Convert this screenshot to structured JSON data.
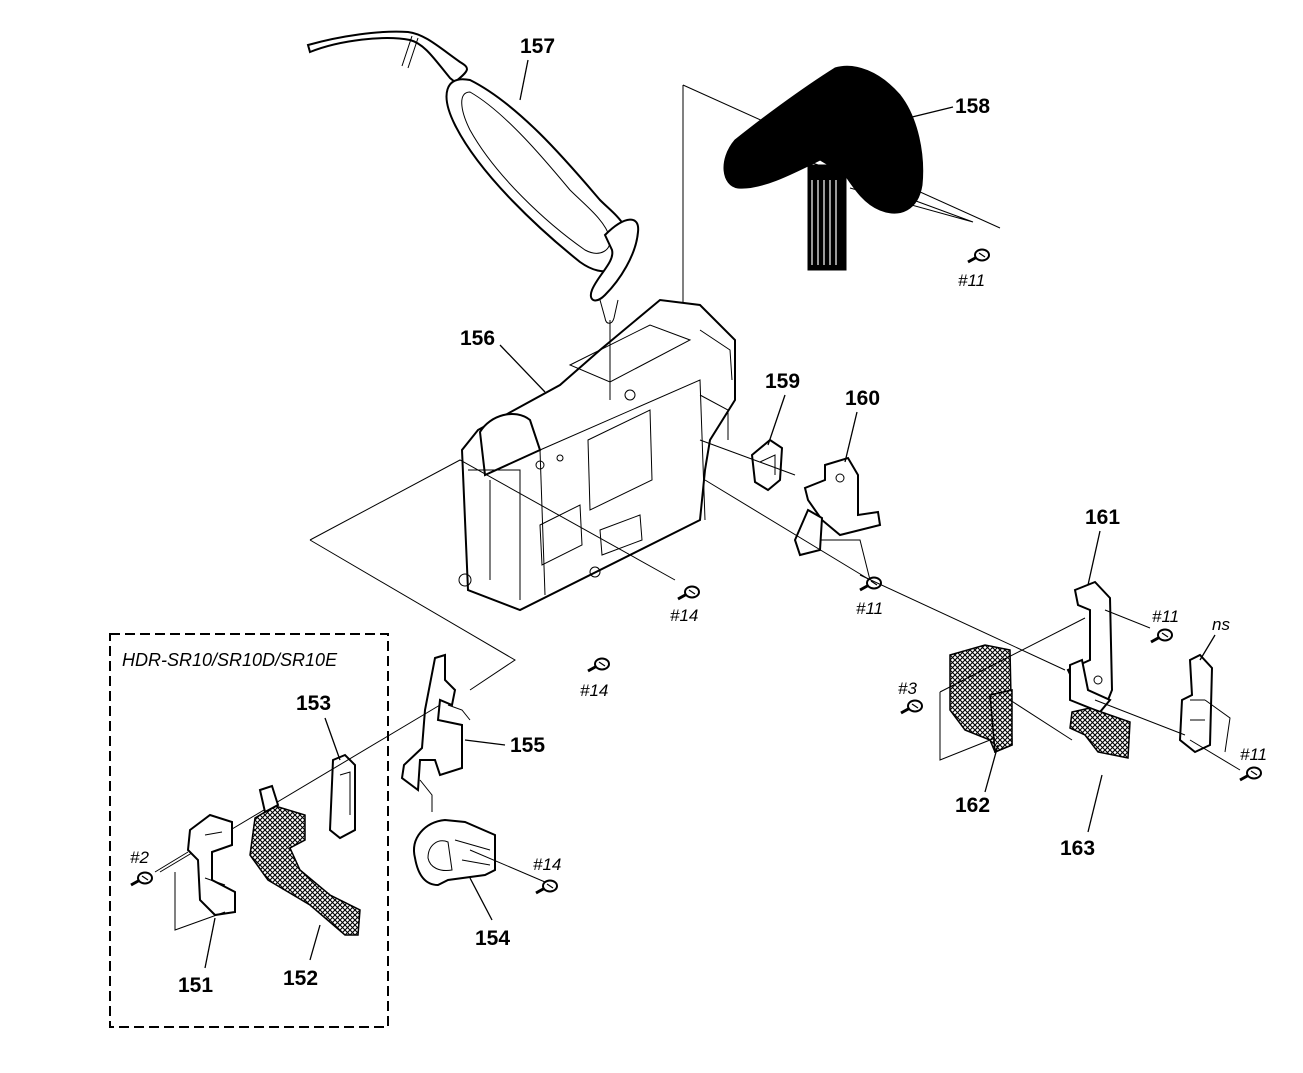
{
  "model_variant": "HDR-SR10/SR10D/SR10E",
  "parts": {
    "p151": "151",
    "p152": "152",
    "p153": "153",
    "p154": "154",
    "p155": "155",
    "p156": "156",
    "p157": "157",
    "p158": "158",
    "p159": "159",
    "p160": "160",
    "p161": "161",
    "p162": "162",
    "p163": "163",
    "ns": "ns"
  },
  "screws": {
    "s11_top": "#11",
    "s11_160": "#11",
    "s11_161": "#11",
    "s11_right": "#11",
    "s14_a": "#14",
    "s14_b": "#14",
    "s14_154": "#14",
    "s3": "#3",
    "s2": "#2"
  }
}
